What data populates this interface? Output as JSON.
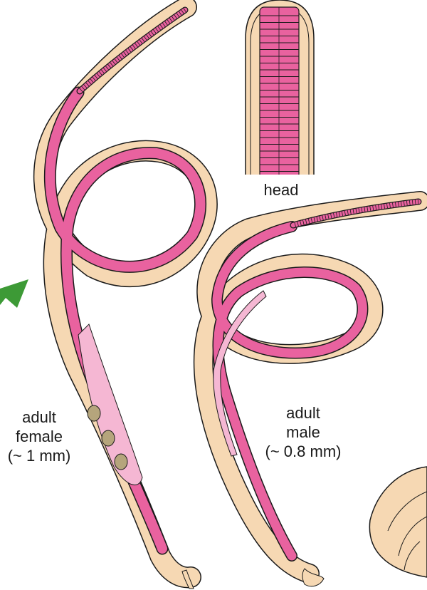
{
  "labels": {
    "head": "head",
    "female": [
      "adult",
      "female",
      "(~ 1 mm)"
    ],
    "male": [
      "adult",
      "male",
      "(~ 0.8 mm)"
    ]
  },
  "colors": {
    "body_fill": "#f6d8b3",
    "gut_fill": "#e9629f",
    "uterus_fill": "#f5b7d3",
    "egg_fill": "#b5a57c",
    "arrow_fill": "#3d9a36",
    "outline": "#1a1a1a"
  }
}
